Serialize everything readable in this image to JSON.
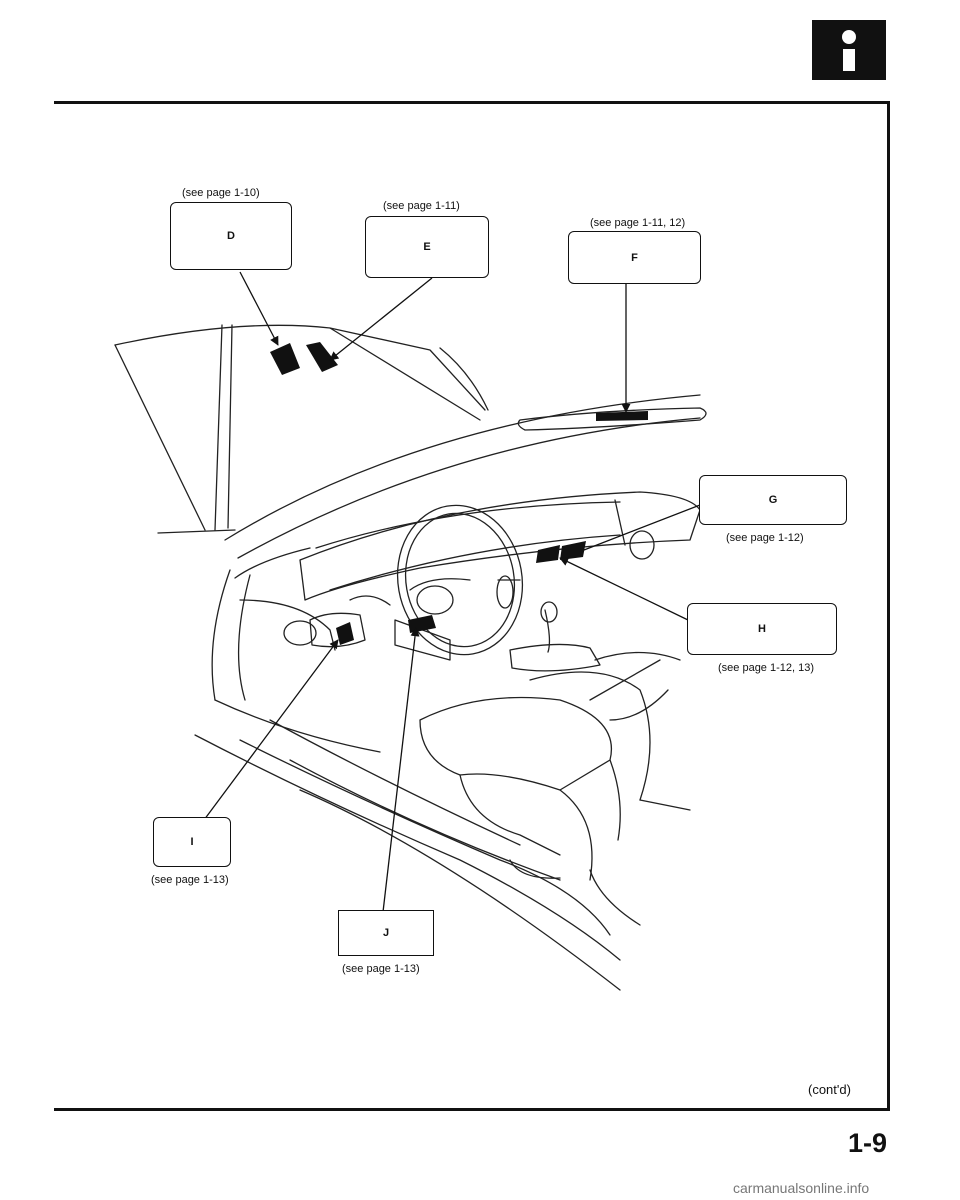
{
  "header": {
    "icon": "info-icon"
  },
  "callouts": {
    "D": {
      "label": "D",
      "ref": "(see page 1-10)"
    },
    "E": {
      "label": "E",
      "ref": "(see page 1-11)"
    },
    "F": {
      "label": "F",
      "ref": "(see page 1-11, 12)"
    },
    "G": {
      "label": "G",
      "ref": "(see page 1-12)"
    },
    "H": {
      "label": "H",
      "ref": "(see page 1-12, 13)"
    },
    "I": {
      "label": "I",
      "ref": "(see page 1-13)"
    },
    "J": {
      "label": "J",
      "ref": "(see page 1-13)"
    }
  },
  "footer": {
    "contd": "(cont'd)",
    "page_number": "1-9"
  },
  "watermark": "carmanualsonline.info"
}
